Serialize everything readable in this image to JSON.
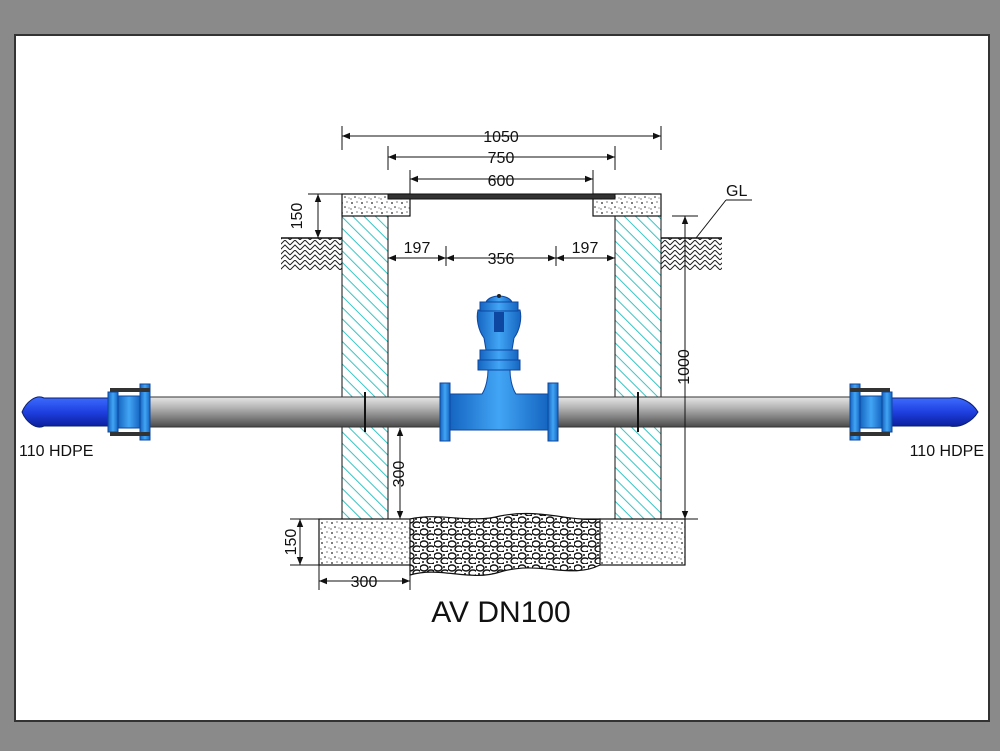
{
  "drawing": {
    "title": "AV DN100",
    "pipe_left_label": "110 HDPE",
    "pipe_right_label": "110 HDPE",
    "ground_label": "GL"
  },
  "dimensions": {
    "outer_width": "1050",
    "inner_width": "750",
    "opening_width": "600",
    "cover_thickness": "150",
    "wall_left": "197",
    "clear_space": "356",
    "wall_right": "197",
    "chamber_height": "1000",
    "pipe_clearance": "300",
    "base_thickness": "150",
    "base_edge": "300"
  },
  "colors": {
    "pipe_blue": "#1f4fe0",
    "fitting_blue": "#1e88e5",
    "wall_hatch": "#39c5c5",
    "steel_grey": "#9a9a9a"
  }
}
